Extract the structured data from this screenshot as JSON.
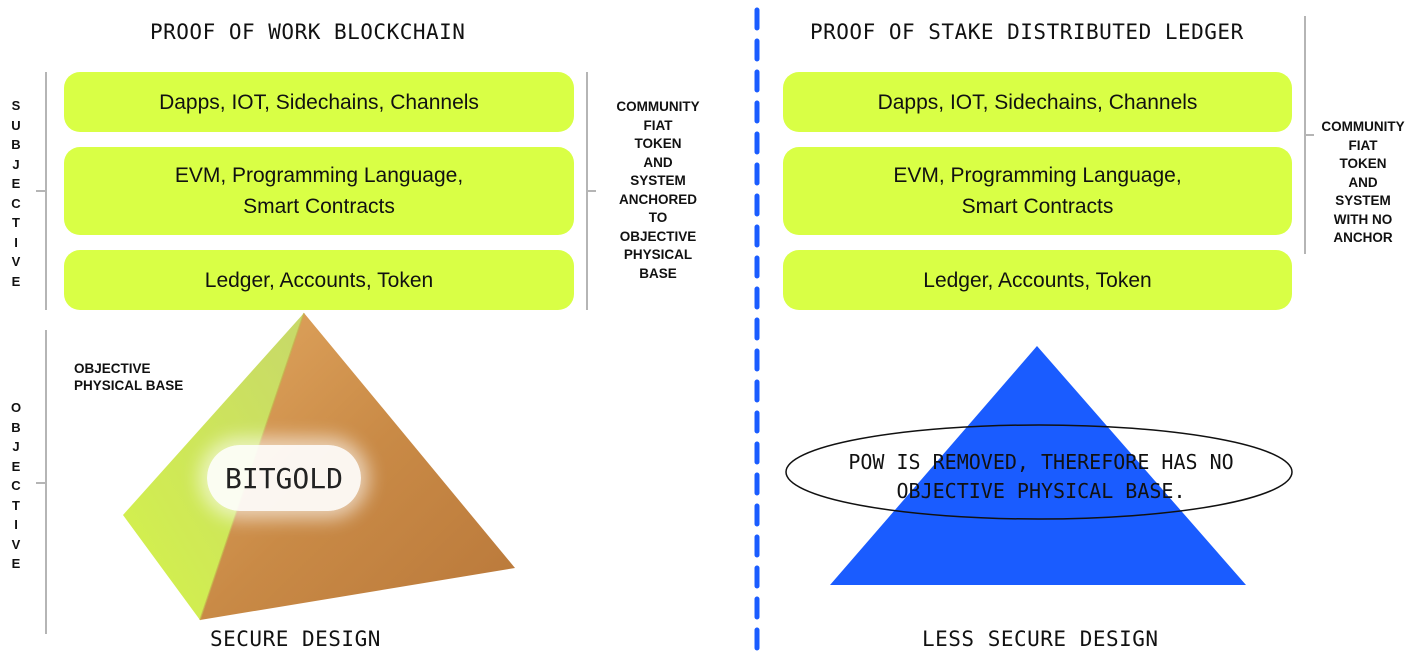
{
  "left": {
    "title": "PROOF OF WORK BLOCKCHAIN",
    "layers": [
      "Dapps, IOT, Sidechains, Channels",
      "EVM, Programming Language,\nSmart Contracts",
      "Ledger, Accounts, Token"
    ],
    "subjective_label": "S\nU\nB\nJ\nE\nC\nT\nI\nV\nE",
    "objective_label": "O\nB\nJ\nE\nC\nT\nI\nV\nE",
    "right_note": "COMMUNITY\nFIAT\nTOKEN\nAND\nSYSTEM\nANCHORED\nTO\nOBJECTIVE\nPHYSICAL\nBASE",
    "base_label": "OBJECTIVE\nPHYSICAL BASE",
    "pyramid_label": "BITGOLD",
    "caption": "SECURE DESIGN"
  },
  "right": {
    "title": "PROOF OF STAKE DISTRIBUTED LEDGER",
    "layers": [
      "Dapps, IOT, Sidechains, Channels",
      "EVM, Programming Language,\nSmart Contracts",
      "Ledger, Accounts, Token"
    ],
    "right_note": "COMMUNITY\nFIAT\nTOKEN\nAND\nSYSTEM\nWITH NO\nANCHOR",
    "ellipse_text_1": "POW IS REMOVED, THEREFORE HAS NO",
    "ellipse_text_2": "OBJECTIVE PHYSICAL BASE.",
    "caption": "LESS SECURE DESIGN"
  },
  "colors": {
    "layer_fill": "#d9ff45",
    "divider": "#1a5cff",
    "pyramid_blue": "#1a5cff",
    "wood": "#c98a46"
  }
}
